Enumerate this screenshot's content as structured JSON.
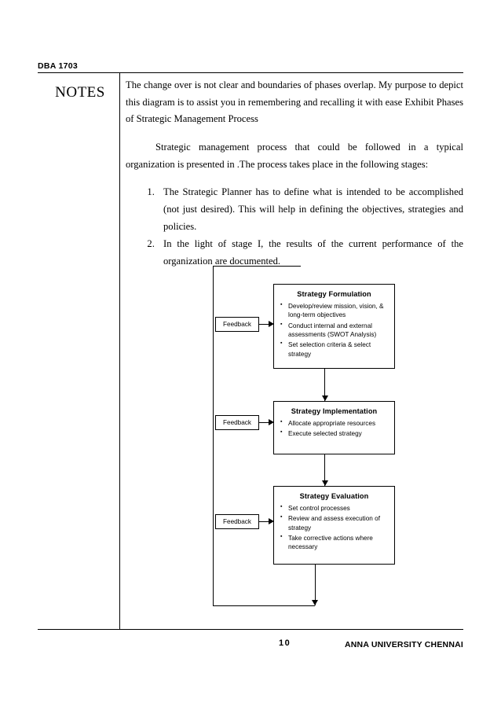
{
  "header": {
    "course_code": "DBA 1703",
    "notes_label": "NOTES"
  },
  "body": {
    "para1": "The change over is not clear and boundaries of phases overlap. My purpose to depict this diagram is to assist you in remembering and recalling it with ease Exhibit Phases of Strategic Management Process",
    "para2": "Strategic management process that could be followed in a typical organization is presented in .The process takes place in the following stages:",
    "steps": [
      "The Strategic Planner has to define what is intended to be accomplished (not just desired). This will help in defining the objectives, strategies and policies.",
      "In the light of stage I, the results of the current performance of the organization are documented."
    ]
  },
  "diagram": {
    "feedback_labels": [
      "Feedback",
      "Feedback",
      "Feedback"
    ],
    "boxes": [
      {
        "title": "Strategy Formulation",
        "items": [
          "Develop/review mission, vision, & long-term objectives",
          "Conduct internal and external assessments (SWOT Analysis)",
          "Set selection criteria & select strategy"
        ]
      },
      {
        "title": "Strategy Implementation",
        "items": [
          "Allocate appropriate resources",
          "Execute selected strategy"
        ]
      },
      {
        "title": "Strategy Evaluation",
        "items": [
          "Set control processes",
          "Review and assess execution of strategy",
          "Take corrective actions where necessary"
        ]
      }
    ]
  },
  "footer": {
    "page_number": "10",
    "institution": "ANNA UNIVERSITY CHENNAI"
  }
}
